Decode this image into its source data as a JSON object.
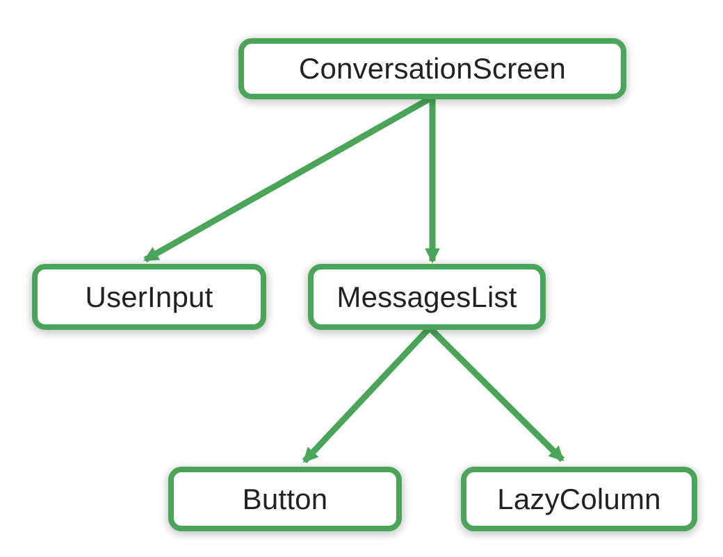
{
  "colors": {
    "accent_green": "#4BA558",
    "node_text": "#202124",
    "background": "#ffffff"
  },
  "nodes": [
    {
      "id": "conversation-screen",
      "label": "ConversationScreen"
    },
    {
      "id": "user-input",
      "label": "UserInput"
    },
    {
      "id": "messages-list",
      "label": "MessagesList"
    },
    {
      "id": "button",
      "label": "Button"
    },
    {
      "id": "lazy-column",
      "label": "LazyColumn"
    }
  ],
  "edges": [
    {
      "from": "ConversationScreen",
      "to": "UserInput"
    },
    {
      "from": "ConversationScreen",
      "to": "MessagesList"
    },
    {
      "from": "MessagesList",
      "to": "Button"
    },
    {
      "from": "MessagesList",
      "to": "LazyColumn"
    }
  ]
}
